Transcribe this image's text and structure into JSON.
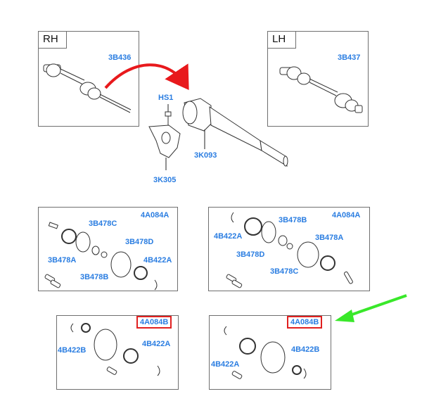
{
  "colors": {
    "label_blue": "#2a7de1",
    "highlight_red": "#e02020",
    "arrow_red": "#e8191c",
    "arrow_green": "#39e82a",
    "part_stroke": "#333333",
    "box_border": "#6f6f6f"
  },
  "panel_rh": {
    "title": "RH",
    "part": "3B436"
  },
  "panel_lh": {
    "title": "LH",
    "part": "3B437"
  },
  "middle": {
    "bolt": "HS1",
    "shaft": "3K093",
    "bracket": "3K305"
  },
  "kit_rh": {
    "code": "4A084A",
    "c": "3B478C",
    "a": "3B478A",
    "d": "3B478D",
    "b": "3B478B",
    "clip": "4B422A"
  },
  "kit_lh": {
    "code": "4A084A",
    "clip": "4B422A",
    "b": "3B478B",
    "d": "3B478D",
    "a": "3B478A",
    "c": "3B478C"
  },
  "kit_small_left": {
    "code": "4A084B",
    "clip_b": "4B422B",
    "clip_a": "4B422A"
  },
  "kit_small_right": {
    "code": "4A084B",
    "clip_a": "4B422A",
    "clip_b": "4B422B"
  }
}
